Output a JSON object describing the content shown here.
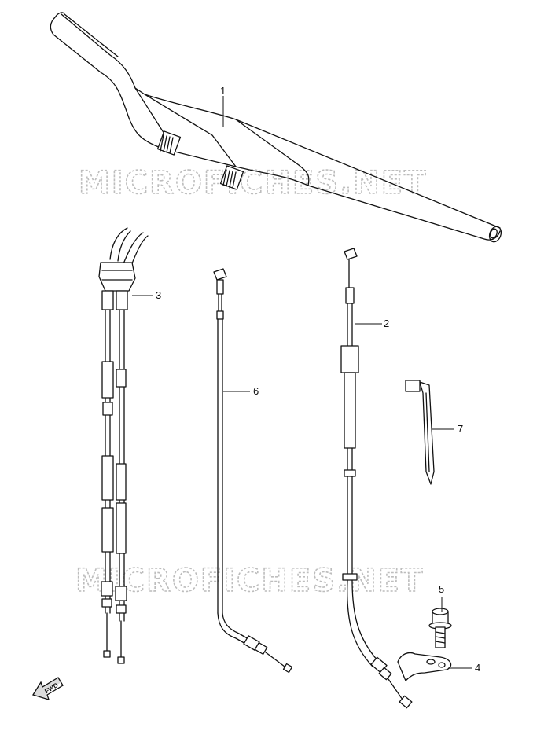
{
  "watermark": {
    "text": "MICROFICHES.NET"
  },
  "callouts": [
    "1",
    "2",
    "3",
    "4",
    "5",
    "6",
    "7"
  ],
  "fwd_label": "FWD",
  "icons": {
    "direction": "fwd-arrow-icon"
  }
}
